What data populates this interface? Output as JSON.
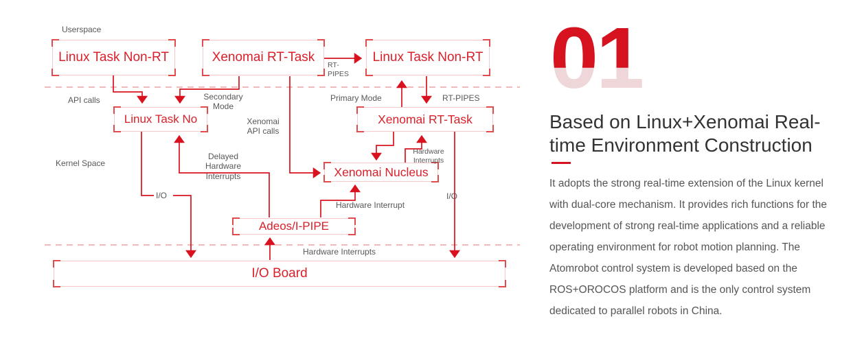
{
  "diagram": {
    "region_labels": {
      "userspace": "Userspace",
      "api_calls": "API calls",
      "kernel_space": "Kernel Space"
    },
    "boxes": {
      "linux_nonrt_top_left": "Linux Task Non-RT",
      "xenomai_rt_top": "Xenomai RT-Task",
      "linux_nonrt_top_right": "Linux Task Non-RT",
      "linux_task_no": "Linux Task No",
      "xenomai_rt_mid": "Xenomai RT-Task",
      "xenomai_nucleus": "Xenomai Nucleus",
      "adeos_ipipe": "Adeos/I-PIPE",
      "io_board": "I/O Board"
    },
    "edge_labels": {
      "rt_pipes_top": "RT-\nPIPES",
      "secondary_mode": "Secondary\nMode",
      "primary_mode": "Primary Mode",
      "rt_pipes_right": "RT-PIPES",
      "xenomai_api_calls": "Xenomai\nAPI calls",
      "delayed_hw_interrupts": "Delayed\nHardware\nInterrupts",
      "hw_interrupts_mid": "Hardware\nInterrupts",
      "io_left": "I/O",
      "io_right": "I/O",
      "hw_interrupt_adeos": "Hardware Interrupt",
      "hw_interrupts_bottom": "Hardware Interrupts"
    },
    "colors": {
      "line_red": "#d9121f",
      "box_border": "#f7c9c9",
      "corner": "#e14b4b",
      "dashed": "#efa0a0",
      "label_gray": "#595757"
    }
  },
  "panel": {
    "number": "01",
    "title": "Based on Linux+Xenomai Real-time Environment Construction",
    "description": "It adopts the strong real-time extension of the Linux kernel with dual-core mechanism. It provides rich functions for the development of strong real-time applications and a reliable operating environment for robot motion planning. The Atomrobot control system is developed based on the ROS+OROCOS platform and is the only control system dedicated to parallel robots in China.",
    "accent_color": "#d5121e",
    "number_top_color": "#d5121e",
    "number_bottom_color": "#efd6d8"
  }
}
